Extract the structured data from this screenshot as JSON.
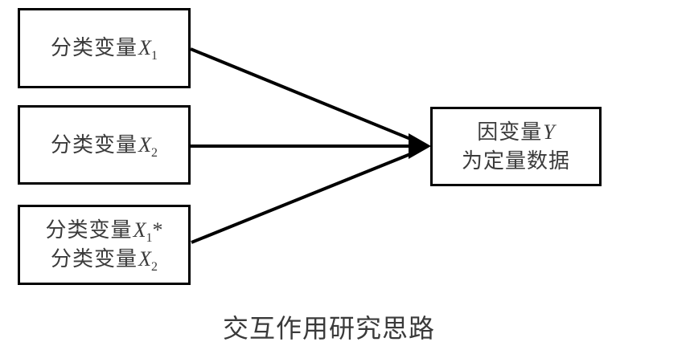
{
  "diagram_title": "交互作用研究思路",
  "boxes": {
    "x1": {
      "prefix": "分类变量",
      "variable": "X",
      "subscript": "1"
    },
    "x2": {
      "prefix": "分类变量",
      "variable": "X",
      "subscript": "2"
    },
    "interaction": {
      "line1": {
        "prefix": "分类变量",
        "variable": "X",
        "subscript": "1",
        "suffix": "*"
      },
      "line2": {
        "prefix": "分类变量",
        "variable": "X",
        "subscript": "2"
      }
    },
    "dependent": {
      "line1": {
        "prefix": "因变量",
        "variable": "Y"
      },
      "line2": "为定量数据"
    }
  },
  "arrows": [
    {
      "from": "box-categorical-x1",
      "to": "box-dependent-y"
    },
    {
      "from": "box-categorical-x2",
      "to": "box-dependent-y"
    },
    {
      "from": "box-interaction-x1x2",
      "to": "box-dependent-y"
    }
  ],
  "colors": {
    "background": "#ffffff",
    "box_border": "#000000",
    "box_text": "#3b3b3b",
    "arrow": "#000000",
    "caption_text": "#3a3a3a"
  }
}
